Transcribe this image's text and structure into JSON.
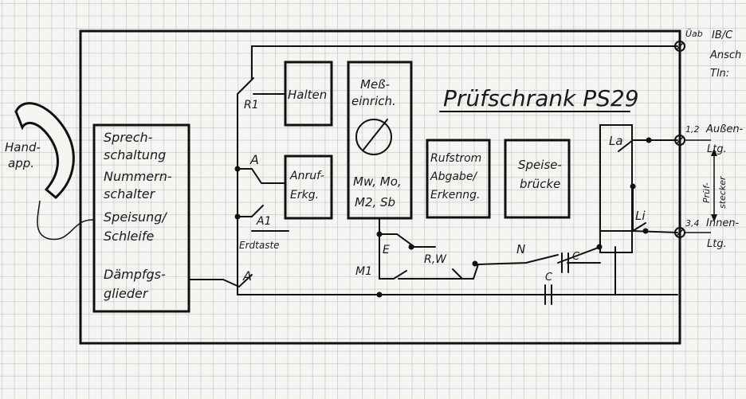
{
  "title": "Prüfschrank PS29",
  "left_block": {
    "lines": [
      "Sprech-",
      "schaltung",
      "Nummern-",
      "schalter",
      "Speisung/",
      "Schleife",
      "Dämpfgs-",
      "glieder"
    ]
  },
  "handset_label": [
    "Hand-",
    "app."
  ],
  "halten_box": "Halten",
  "anruf_box": [
    "Anruf-",
    "Erkg."
  ],
  "mess_box": {
    "title": [
      "Meß-",
      "einrich."
    ],
    "bottom": [
      "Mw, Mo,",
      "M2, Sb"
    ]
  },
  "rufstrom_box": [
    "Rufstrom",
    "Abgabe/",
    "Erkenng."
  ],
  "speise_box": [
    "Speise-",
    "brücke"
  ],
  "relay_labels": {
    "R1": "R1",
    "A": "A",
    "A1": "A1",
    "A_bottom": "A",
    "E": "E",
    "M1": "M1",
    "RW": "R,W",
    "N": "N",
    "La": "La",
    "Li": "Li",
    "C1": "C",
    "C2": "C"
  },
  "erdtaste": "Erdtaste",
  "terminals": {
    "top": "Üab",
    "top_right": [
      "IB/C",
      "Ansch",
      "Tln:"
    ],
    "mid": "1,2",
    "mid_right": [
      "Außen-",
      "Ltg."
    ],
    "bottom": "3,4",
    "bottom_right": [
      "Innen-",
      "Ltg."
    ],
    "pruef": [
      "Prüf-",
      "stecker"
    ]
  }
}
